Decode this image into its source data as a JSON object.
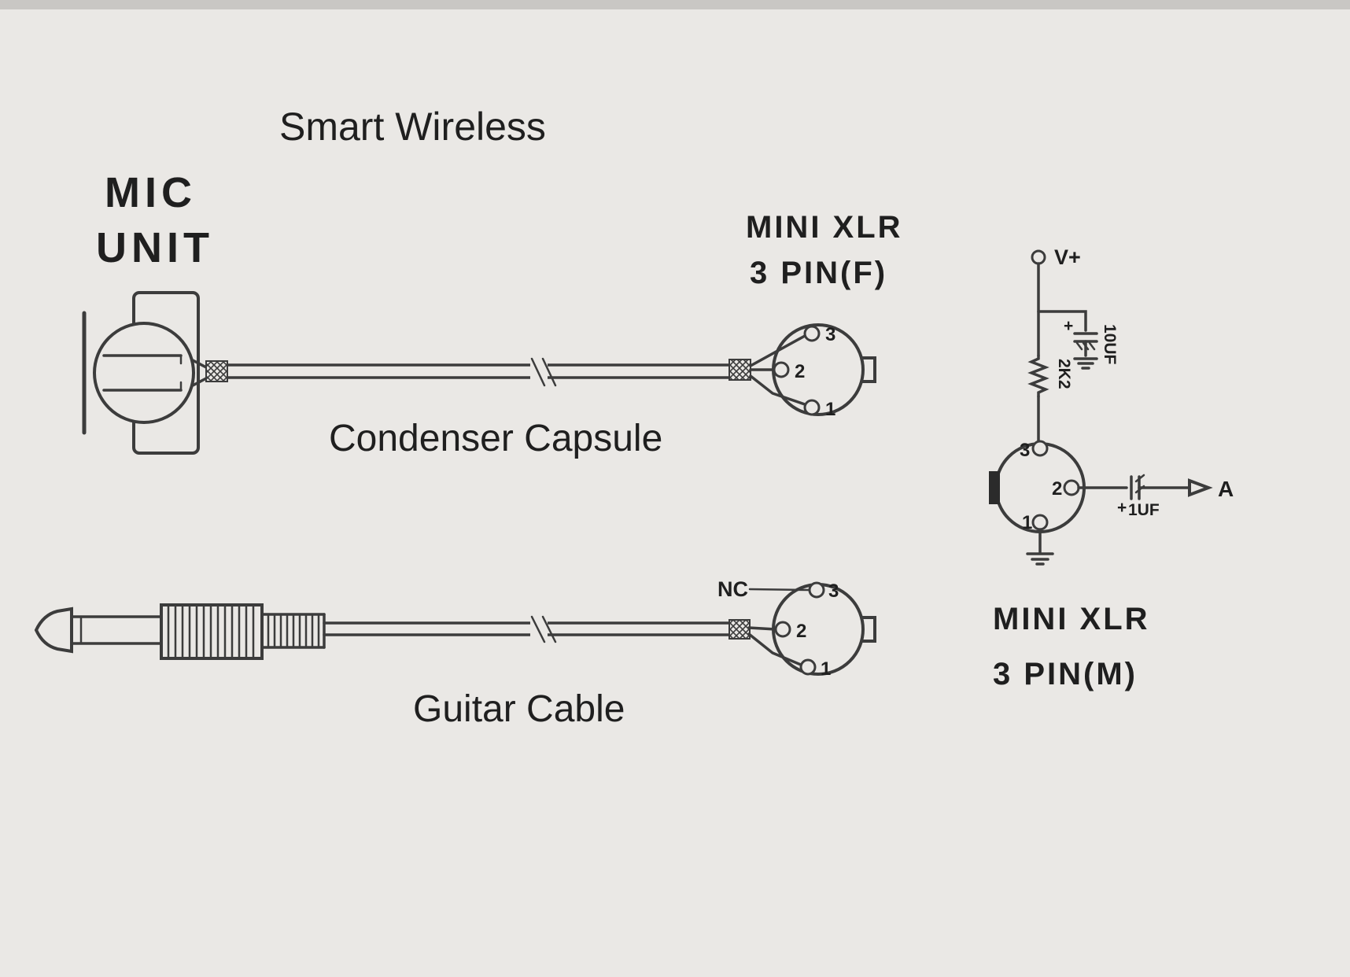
{
  "colors": {
    "background": "#eae8e5",
    "line": "#3c3c3c",
    "text": "#1f1f1f",
    "top_strip": "#c9c7c4"
  },
  "title": "Smart Wireless",
  "mic": {
    "label_line1": "MIC",
    "label_line2": "UNIT",
    "caption": "Condenser Capsule"
  },
  "xlr_female": {
    "label_line1": "MINI XLR",
    "label_line2": "3 PIN(F)",
    "pin3": "3",
    "pin2": "2",
    "pin1": "1"
  },
  "guitar": {
    "caption": "Guitar Cable",
    "nc_label": "NC",
    "pin3": "3",
    "pin2": "2",
    "pin1": "1"
  },
  "schematic": {
    "supply_label": "V+",
    "cap_supply_plus": "+",
    "cap_supply_value": "10UF",
    "resistor_value": "2K2",
    "pin3": "3",
    "pin2": "2",
    "pin1": "1",
    "cap_out_plus": "+",
    "cap_out_value": "1UF",
    "output_label": "A",
    "label_line1": "MINI XLR",
    "label_line2": "3 PIN(M)"
  }
}
